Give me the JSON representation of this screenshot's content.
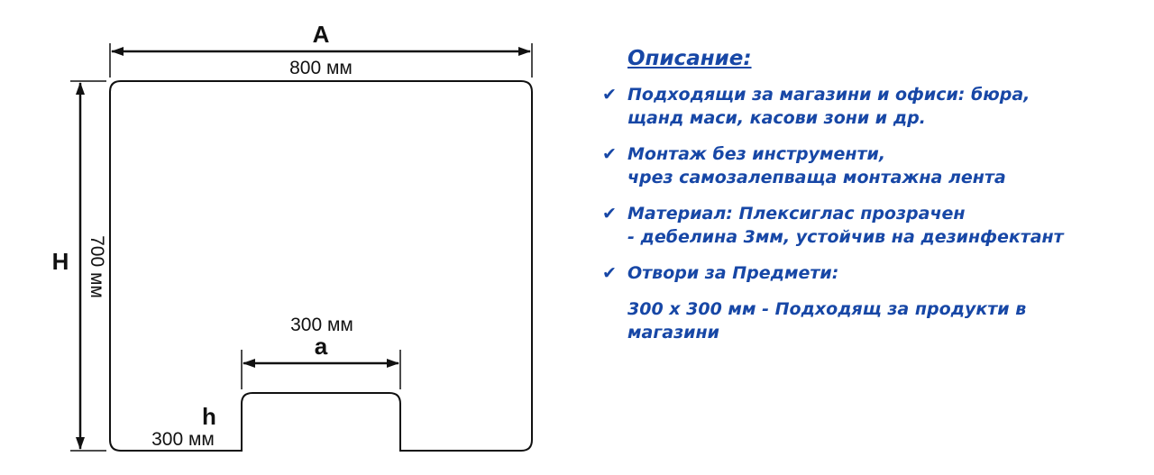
{
  "diagram": {
    "width_letter": "A",
    "width_value": "800 мм",
    "height_letter": "H",
    "height_value": "700 мм",
    "opening_width_letter": "a",
    "opening_width_value": "300 мм",
    "opening_height_letter": "h",
    "opening_height_value": "300 мм",
    "stroke_color": "#111111"
  },
  "description": {
    "title": "Описание:",
    "accent_color": "#1747a6",
    "check_icon": "check-icon",
    "features": [
      {
        "lines": [
          "Подходящи за магазини и офиси: бюра,",
          "щанд маси, касови зони и др."
        ]
      },
      {
        "lines": [
          "Монтаж без инструменти,",
          "чрез самозалепваща монтажна лента"
        ]
      },
      {
        "lines": [
          "Материал: Плексиглас прозрачен",
          "- дебелина 3мм, устойчив на дезинфектант"
        ]
      },
      {
        "lines": [
          "Отвори за Предмети:"
        ]
      }
    ],
    "note_lines": [
      "300 х 300 мм - Подходящ за продукти в",
      "магазини"
    ]
  }
}
